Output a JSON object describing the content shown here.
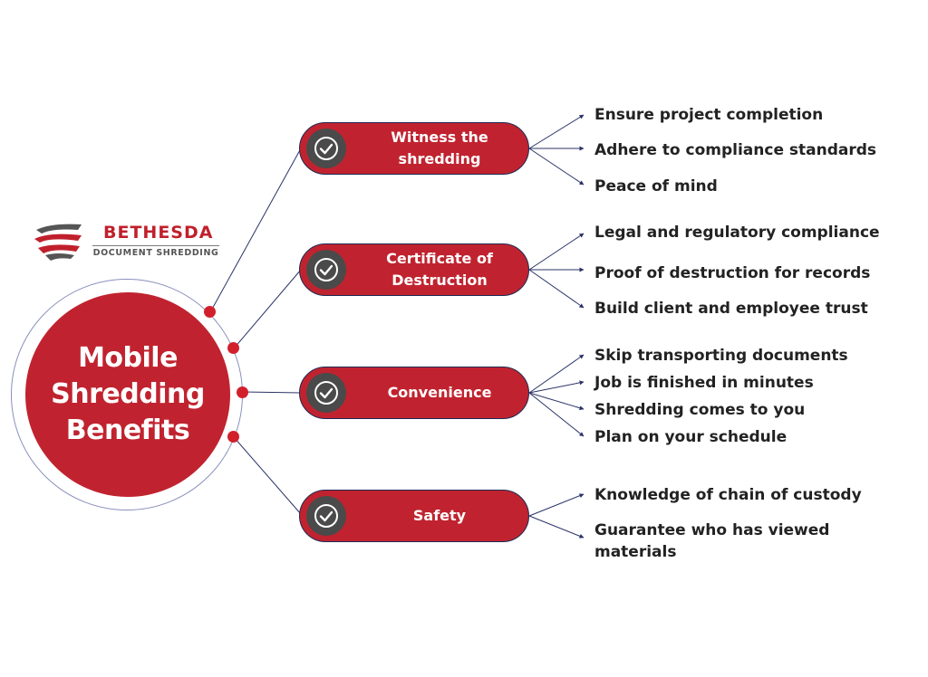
{
  "logo": {
    "name": "BETHESDA",
    "subtitle": "DOCUMENT SHREDDING"
  },
  "hub": {
    "title": "Mobile Shredding Benefits"
  },
  "colors": {
    "brand_red": "#c0232f",
    "dot_red": "#d1202c",
    "connector": "#2a3366",
    "check_gray": "#4a4a4a",
    "text_dark": "#222222"
  },
  "categories": [
    {
      "label": "Witness the shredding",
      "icon": "check-circle-icon",
      "items": [
        "Ensure project completion",
        "Adhere to compliance standards",
        "Peace of mind"
      ]
    },
    {
      "label": "Certificate of Destruction",
      "icon": "check-circle-icon",
      "items": [
        "Legal and regulatory compliance",
        "Proof of destruction for records",
        "Build client and employee trust"
      ]
    },
    {
      "label": "Convenience",
      "icon": "check-circle-icon",
      "items": [
        "Skip transporting documents",
        "Job is finished in minutes",
        "Shredding comes to you",
        "Plan on your schedule"
      ]
    },
    {
      "label": "Safety",
      "icon": "check-circle-icon",
      "items": [
        "Knowledge of chain of custody",
        "Guarantee who has viewed materials"
      ]
    }
  ]
}
